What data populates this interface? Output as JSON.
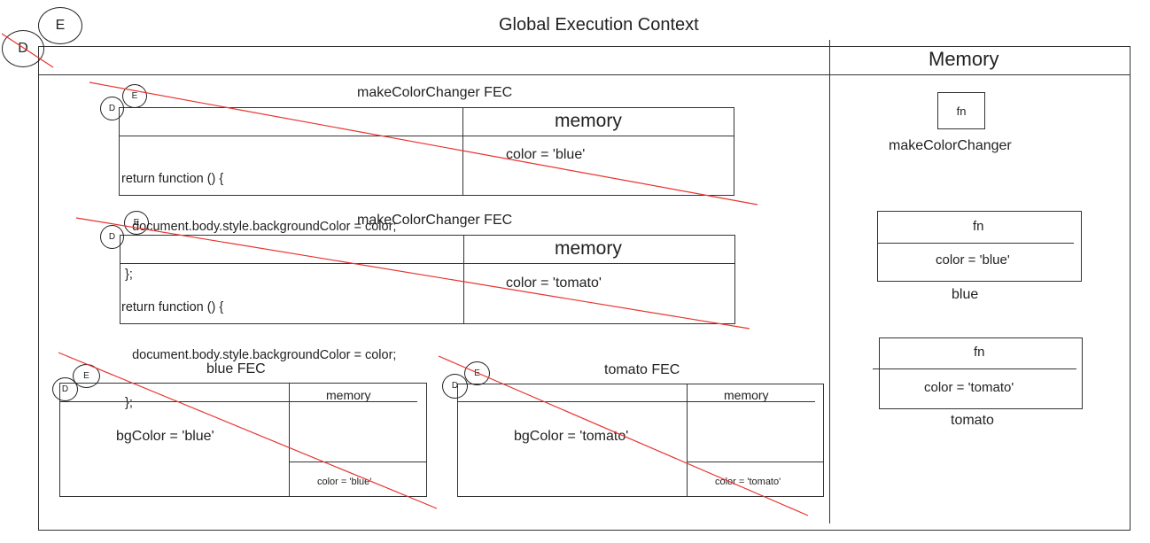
{
  "global": {
    "title": "Global Execution Context",
    "memory_header": "Memory"
  },
  "markers": {
    "d": "D",
    "e": "E"
  },
  "make_fec_1": {
    "title": "makeColorChanger FEC",
    "memory_label": "memory",
    "code": [
      "return function () {",
      "   document.body.style.backgroundColor = color;",
      " };"
    ],
    "memory_value": "color = 'blue'"
  },
  "make_fec_2": {
    "title": "makeColorChanger FEC",
    "memory_label": "memory",
    "code": [
      "return function () {",
      "   document.body.style.backgroundColor = color;",
      " };"
    ],
    "memory_value": "color = 'tomato'"
  },
  "blue_fec": {
    "title": "blue FEC",
    "memory_label": "memory",
    "body": "bgColor = 'blue'",
    "closure_value": "color = 'blue'"
  },
  "tomato_fec": {
    "title": "tomato FEC",
    "memory_label": "memory",
    "body": "bgColor = 'tomato'",
    "closure_value": "color = 'tomato'"
  },
  "global_memory": {
    "fn_label": "fn",
    "make_color_changer_label": "makeColorChanger",
    "blue": {
      "fn_label": "fn",
      "value": "color = 'blue'",
      "name": "blue"
    },
    "tomato": {
      "fn_label": "fn",
      "value": "color = 'tomato'",
      "name": "tomato"
    }
  },
  "colors": {
    "strike": "#e8332e",
    "stroke": "#333333"
  }
}
